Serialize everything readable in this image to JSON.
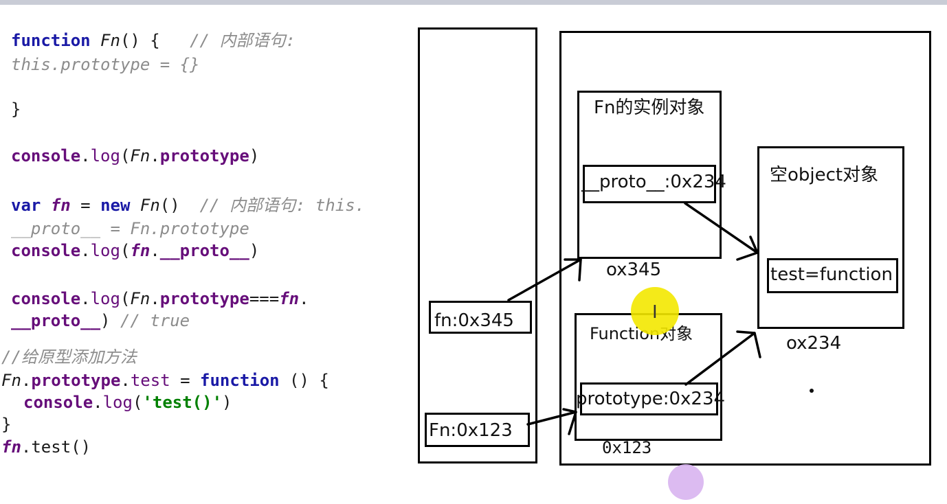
{
  "code": {
    "l1_kw": "function",
    "l1_fn": "Fn",
    "l1_rest": "() {",
    "l1_comment": "// 内部语句:",
    "l2_comment": "this.prototype = {}",
    "l3": "}",
    "l4_console": "console",
    "l4_dot": ".",
    "l4_log": "log",
    "l4_open": "(",
    "l4_fn": "Fn",
    "l4_prop": "prototype",
    "l4_close": ")",
    "l5_kw": "var",
    "l5_var": "fn",
    "l5_eq": " = ",
    "l5_new": "new",
    "l5_fn": "Fn",
    "l5_paren": "()",
    "l5_comment": "// 内部语句: this.",
    "l6_comment": "__proto__ = Fn.prototype",
    "l7_console": "console",
    "l7_log": "log",
    "l7_var": "fn",
    "l7_prop": "__proto__",
    "l8_console": "console",
    "l8_log": "log",
    "l8_fn": "Fn",
    "l8_prop": "prototype",
    "l8_op": "===",
    "l8_var": "fn",
    "l9_prop": "__proto__",
    "l9_rest": ") ",
    "l9_comment": "// true",
    "l10_comment": "//给原型添加方法",
    "l11_fn": "Fn",
    "l11_prop": "prototype",
    "l11_test": "test",
    "l11_eq": " = ",
    "l11_kw": "function",
    "l11_rest": " () {",
    "l12_console": "console",
    "l12_log": "log",
    "l12_str": "'test()'",
    "l13": "}",
    "l14_var": "fn",
    "l14_rest": ".test()"
  },
  "diagram": {
    "fn_instance_title": "Fn的实例对象",
    "fn_instance_proto": "__proto__:0x234",
    "fn_instance_addr": "ox345",
    "function_obj_title": "Function对象",
    "function_obj_prototype": "prototype:0x234",
    "function_obj_addr": "0x123",
    "empty_obj_title": "空object对象",
    "empty_obj_test": "test=function",
    "empty_obj_addr": "ox234",
    "stack_fn": "fn:0x345",
    "stack_Fn": "Fn:0x123"
  }
}
